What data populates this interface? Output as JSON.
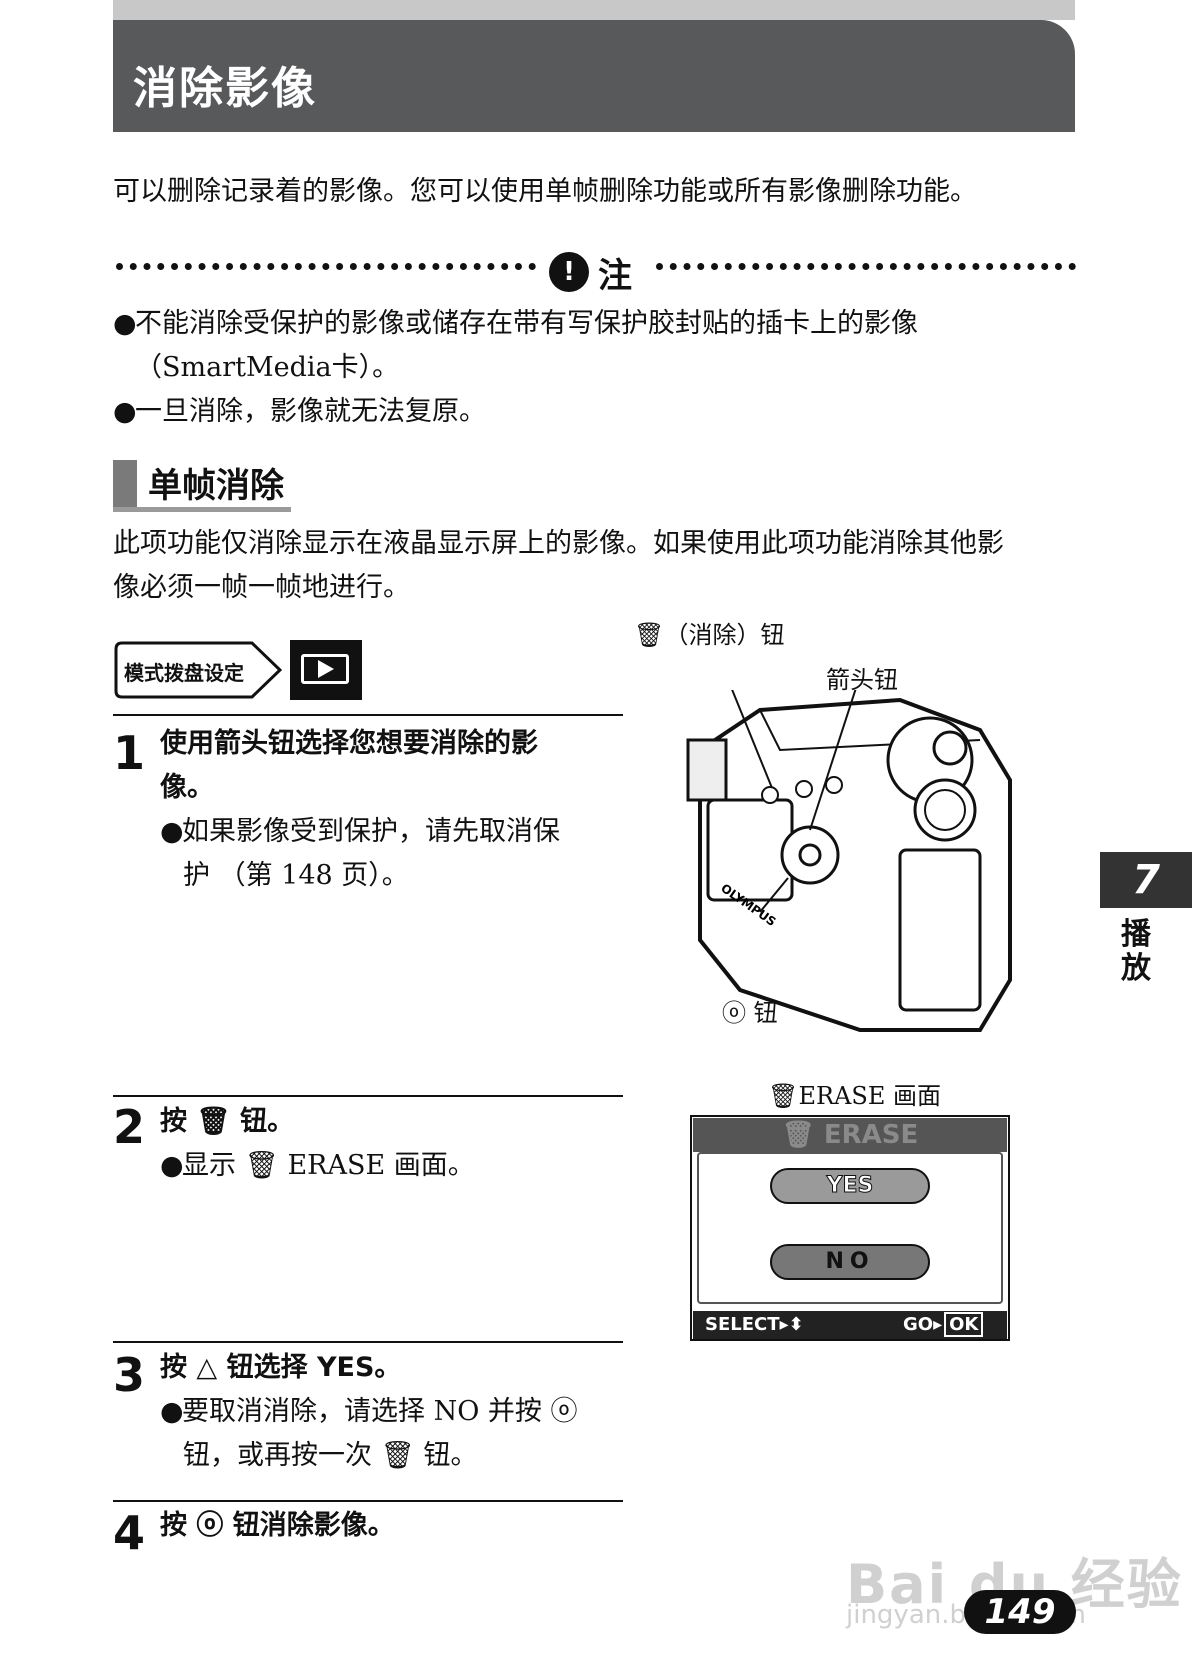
{
  "page": {
    "title": "消除影像",
    "intro": "可以删除记录着的影像。您可以使用单帧删除功能或所有影像删除功能。",
    "note": {
      "label": "注",
      "bullets": [
        "不能消除受保护的影像或储存在带有写保护胶封贴的插卡上的影像",
        "（SmartMedia卡）。",
        "一旦消除，影像就无法复原。"
      ]
    },
    "section": {
      "title": "单帧消除",
      "desc_line1": "此项功能仅消除显示在液晶显示屏上的影像。如果使用此项功能消除其他影",
      "desc_line2": "像必须一帧一帧地进行。"
    },
    "mode_dial": {
      "label": "模式拨盘设定",
      "mode_icon": "playback-icon"
    },
    "steps": [
      {
        "num": "1",
        "head_line1": "使用箭头钮选择您想要消除的影",
        "head_line2": "像。",
        "sub_line1": "如果影像受到保护，请先取消保",
        "sub_line2": "护 （第 148 页）。"
      },
      {
        "num": "2",
        "head": "按 🗑 钮。",
        "sub": "显示 🗑 ERASE 画面。"
      },
      {
        "num": "3",
        "head": "按 △ 钮选择 YES。",
        "sub_line1": "要取消消除，请选择 NO 并按 ⓞ",
        "sub_line2": "钮，或再按一次 🗑 钮。"
      },
      {
        "num": "4",
        "head": "按 ⓞ 钮消除影像。"
      }
    ],
    "callouts": {
      "erase_btn": "（消除）钮",
      "arrow_btn": "箭头钮",
      "ok_btn": "钮",
      "erase_screen_caption": "ERASE 画面"
    },
    "erase_screen": {
      "header": "ERASE",
      "yes": "YES",
      "no": "NO",
      "footer_left": "SELECT",
      "footer_right": "GO",
      "ok": "OK"
    },
    "chapter": {
      "num": "7",
      "label_line1": "播",
      "label_line2": "放"
    },
    "page_number": "149",
    "watermark": {
      "brand": "Bai du 经验",
      "url": "jingyan.baidu.com"
    }
  }
}
